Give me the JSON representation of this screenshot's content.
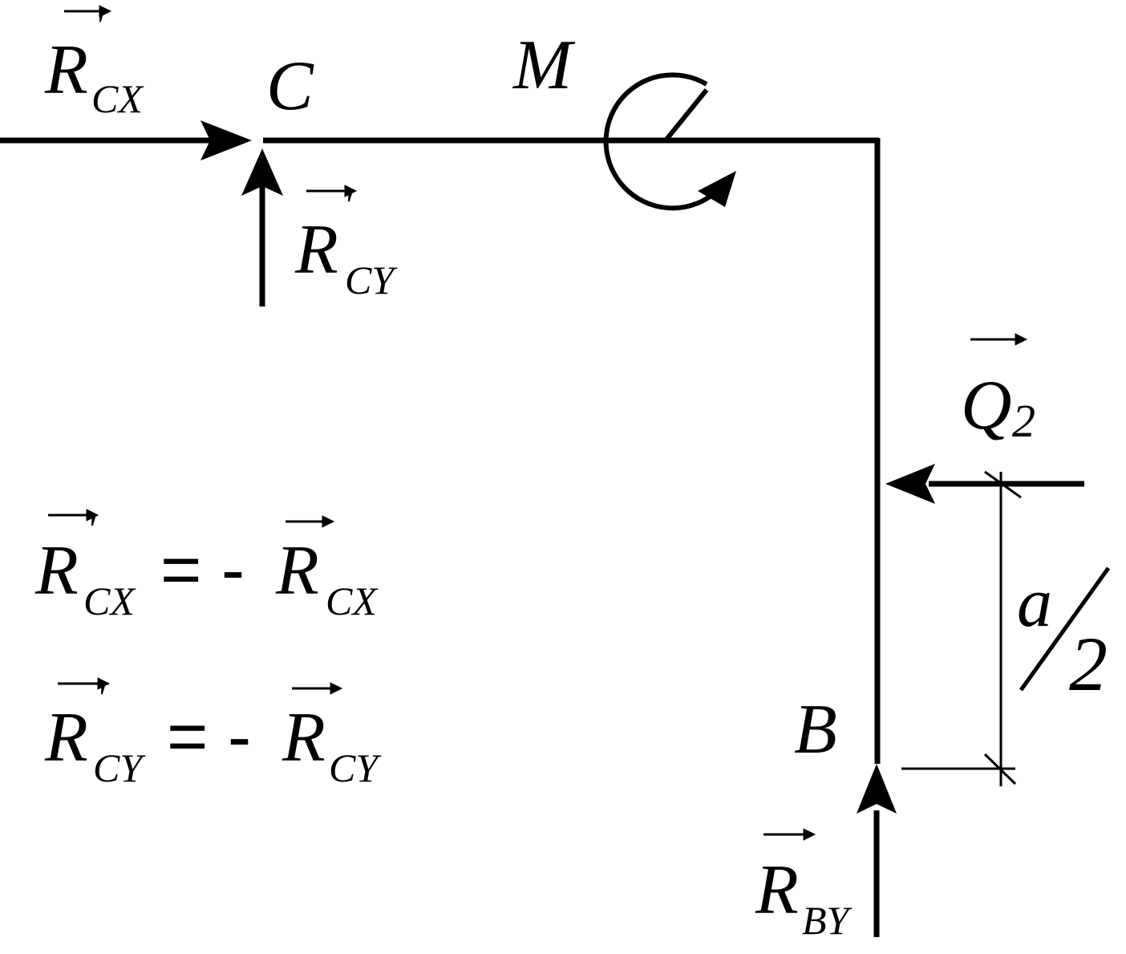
{
  "diagram": {
    "points": {
      "C": "C",
      "M": "M",
      "B": "B"
    },
    "forces": {
      "rcx_prime": {
        "symbol": "R",
        "prime": "'",
        "subscript": "CX"
      },
      "rcy_prime": {
        "symbol": "R",
        "prime": "'",
        "subscript": "CY"
      },
      "q2": {
        "symbol": "Q",
        "subscript": "2"
      },
      "rby": {
        "symbol": "R",
        "subscript": "BY"
      }
    },
    "dimension": {
      "numerator": "a",
      "denominator": "2"
    },
    "equations": [
      {
        "lhs_symbol": "R",
        "lhs_prime": "'",
        "lhs_subscript": "CX",
        "operator": "= -",
        "rhs_symbol": "R",
        "rhs_subscript": "CX"
      },
      {
        "lhs_symbol": "R",
        "lhs_prime": "'",
        "lhs_subscript": "CY",
        "operator": "= -",
        "rhs_symbol": "R",
        "rhs_subscript": "CY"
      }
    ],
    "colors": {
      "ink": "#000000",
      "background": "#ffffff"
    }
  }
}
